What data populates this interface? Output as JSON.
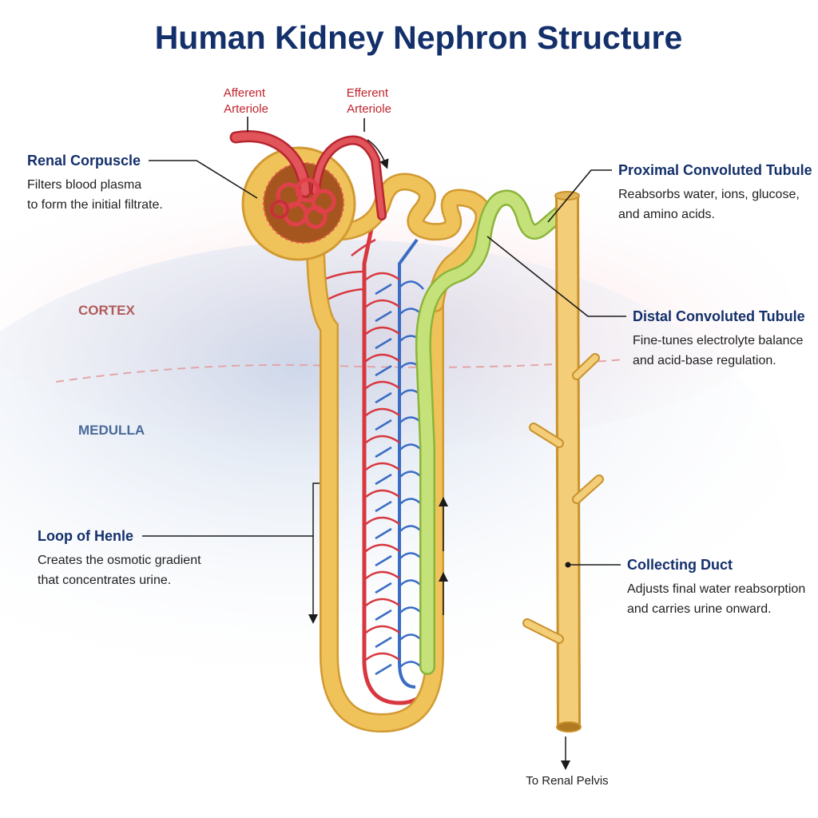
{
  "title": "Human Kidney Nephron Structure",
  "zones": {
    "cortex": "CORTEX",
    "medulla": "MEDULLA"
  },
  "arterioles": {
    "afferent": [
      "Afferent",
      "Arteriole"
    ],
    "efferent": [
      "Efferent",
      "Arteriole"
    ]
  },
  "labels": {
    "renal_corpuscle": {
      "title": "Renal Corpuscle",
      "lines": [
        "Filters blood plasma",
        "to form the initial filtrate."
      ]
    },
    "proximal_tubule": {
      "title": "Proximal Convoluted Tubule",
      "lines": [
        "Reabsorbs water, ions, glucose,",
        "and amino acids."
      ]
    },
    "distal_tubule": {
      "title": "Distal Convoluted Tubule",
      "lines": [
        "Fine-tunes electrolyte balance",
        "and acid-base regulation."
      ]
    },
    "loop_of_henle": {
      "title": "Loop of Henle",
      "lines": [
        "Creates the osmotic gradient",
        "that concentrates urine."
      ]
    },
    "collecting_duct": {
      "title": "Collecting Duct",
      "lines": [
        "Adjusts final water reabsorption",
        "and carries urine onward."
      ]
    }
  },
  "outflow": "To Renal Pelvis",
  "colors": {
    "title": "#14306b",
    "heading": "#14306b",
    "description": "#1f1f1f",
    "artery": "#d8373f",
    "vein": "#3a6cc4",
    "tubule": "#f0c25a",
    "distal": "#aed35a",
    "cortex_label": "#b25a5a",
    "medulla_label": "#4a6a9a"
  }
}
